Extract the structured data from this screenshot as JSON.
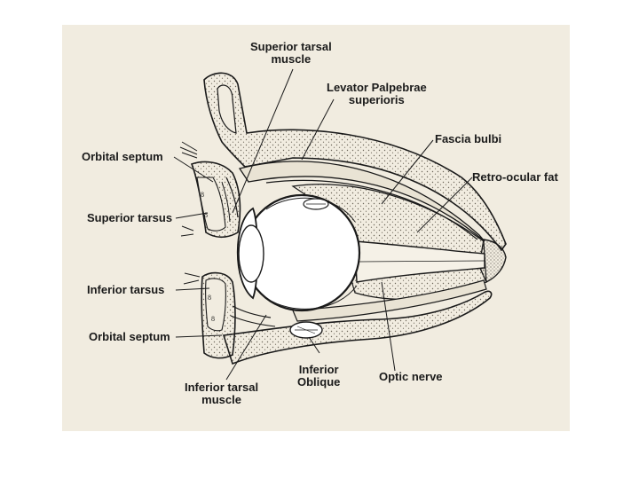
{
  "diagram": {
    "labels": {
      "superior_tarsal_muscle": [
        "Superior tarsal",
        "muscle"
      ],
      "levator_palpebrae_superioris": [
        "Levator Palpebrae",
        "superioris"
      ],
      "fascia_bulbi": "Fascia bulbi",
      "retro_ocular_fat": "Retro-ocular fat",
      "orbital_septum_upper": "Orbital septum",
      "superior_tarsus": "Superior tarsus",
      "inferior_tarsus": "Inferior tarsus",
      "orbital_septum_lower": "Orbital septum",
      "inferior_tarsal_muscle": [
        "Inferior tarsal",
        "muscle"
      ],
      "inferior_oblique": [
        "Inferior",
        "Oblique"
      ],
      "optic_nerve": "Optic nerve"
    },
    "colors": {
      "paper": "#f1ece0",
      "ink": "#1a1a1a",
      "stipple": "#6b6558"
    }
  }
}
